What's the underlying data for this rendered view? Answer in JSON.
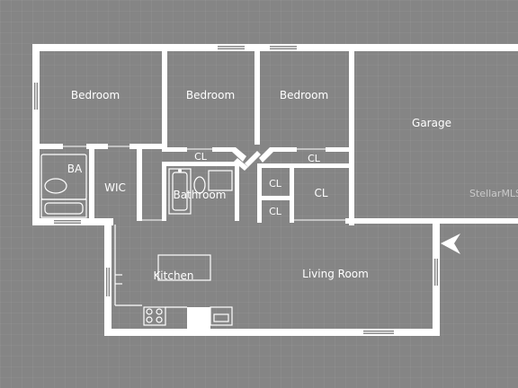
{
  "rooms": {
    "bedroom_1": "Bedroom",
    "bedroom_2": "Bedroom",
    "bedroom_3": "Bedroom",
    "garage": "Garage",
    "ba": "BA",
    "wic": "WIC",
    "bathroom": "Bathroom",
    "cl_1": "CL",
    "cl_2": "CL",
    "cl_3": "CL",
    "cl_4": "CL",
    "cl_5": "CL",
    "kitchen": "Kitchen",
    "living_room": "Living Room"
  },
  "watermark": "StellarMLS",
  "icons": {
    "entry": "entry-arrow-icon"
  },
  "colors": {
    "background": "#858585",
    "walls": "#ffffff"
  }
}
